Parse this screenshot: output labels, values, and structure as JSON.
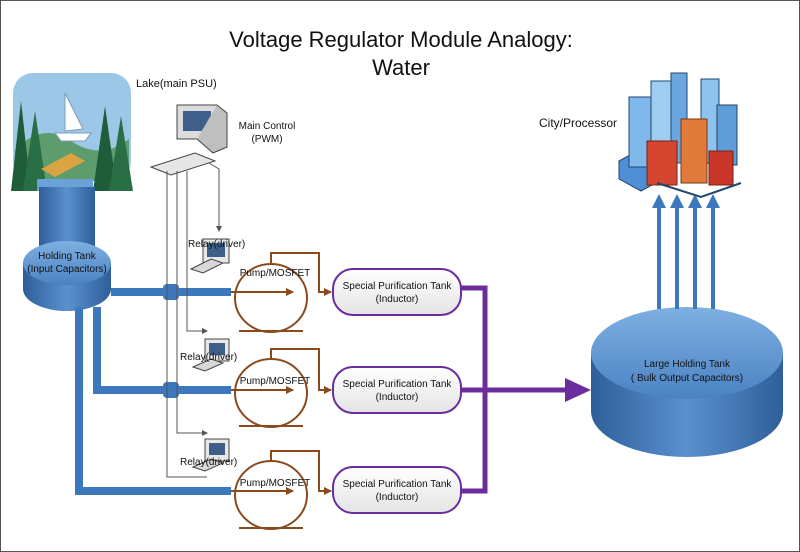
{
  "title": {
    "line1": "Voltage Regulator Module Analogy:",
    "line2": "Water"
  },
  "lake": {
    "label": "Lake(main PSU)"
  },
  "holding_tank": {
    "line1": "Holding Tank",
    "line2": "(Input Capacitors)"
  },
  "main_control": {
    "line1": "Main Control",
    "line2": "(PWM)"
  },
  "city": {
    "label": "City/Processor"
  },
  "output_tank": {
    "line1": "Large Holding Tank",
    "line2": "( Bulk Output Capacitors)"
  },
  "phases": [
    {
      "relay": "Relay(driver)",
      "pump": "Pump/MOSFET",
      "tank_line1": "Special Purification Tank",
      "tank_line2": "(Inductor)"
    },
    {
      "relay": "Relay(driver)",
      "pump": "Pump/MOSFET",
      "tank_line1": "Special Purification Tank",
      "tank_line2": "(Inductor)"
    },
    {
      "relay": "Relay(driver)",
      "pump": "Pump/MOSFET",
      "tank_line1": "Special Purification Tank",
      "tank_line2": "(Inductor)"
    }
  ],
  "colors": {
    "water_pipe": "#3d78bd",
    "inductor_pipe": "#6b2d9e",
    "pump": "#8a4a1c",
    "tank_fill": "#4f86c6"
  }
}
